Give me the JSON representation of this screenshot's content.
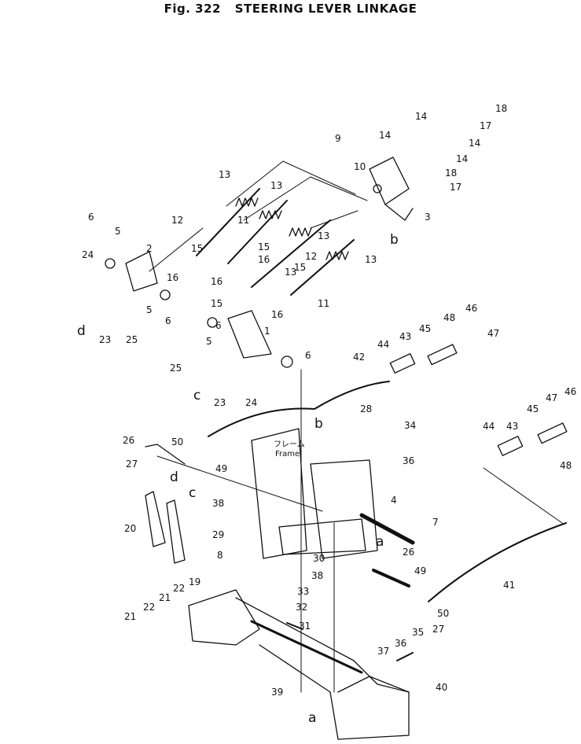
{
  "figure": {
    "number": "Fig. 322",
    "title": "STEERING LEVER LINKAGE"
  },
  "frame_note": {
    "jp": "フレーム",
    "en": "Frame"
  },
  "callouts": [
    "1",
    "2",
    "3",
    "4",
    "5",
    "5",
    "5",
    "6",
    "6",
    "6",
    "6",
    "7",
    "8",
    "9",
    "10",
    "11",
    "11",
    "12",
    "12",
    "13",
    "13",
    "13",
    "13",
    "13",
    "14",
    "14",
    "14",
    "14",
    "15",
    "15",
    "15",
    "15",
    "16",
    "16",
    "16",
    "16",
    "17",
    "17",
    "18",
    "18",
    "19",
    "20",
    "21",
    "21",
    "22",
    "22",
    "23",
    "23",
    "24",
    "24",
    "25",
    "25",
    "26",
    "26",
    "27",
    "27",
    "28",
    "29",
    "30",
    "31",
    "32",
    "33",
    "34",
    "35",
    "36",
    "36",
    "37",
    "38",
    "38",
    "39",
    "40",
    "41",
    "42",
    "43",
    "43",
    "44",
    "44",
    "45",
    "45",
    "46",
    "46",
    "47",
    "47",
    "48",
    "48",
    "49",
    "49",
    "50",
    "50"
  ],
  "connection_marks": [
    "a",
    "a",
    "b",
    "b",
    "c",
    "c",
    "d",
    "d"
  ]
}
